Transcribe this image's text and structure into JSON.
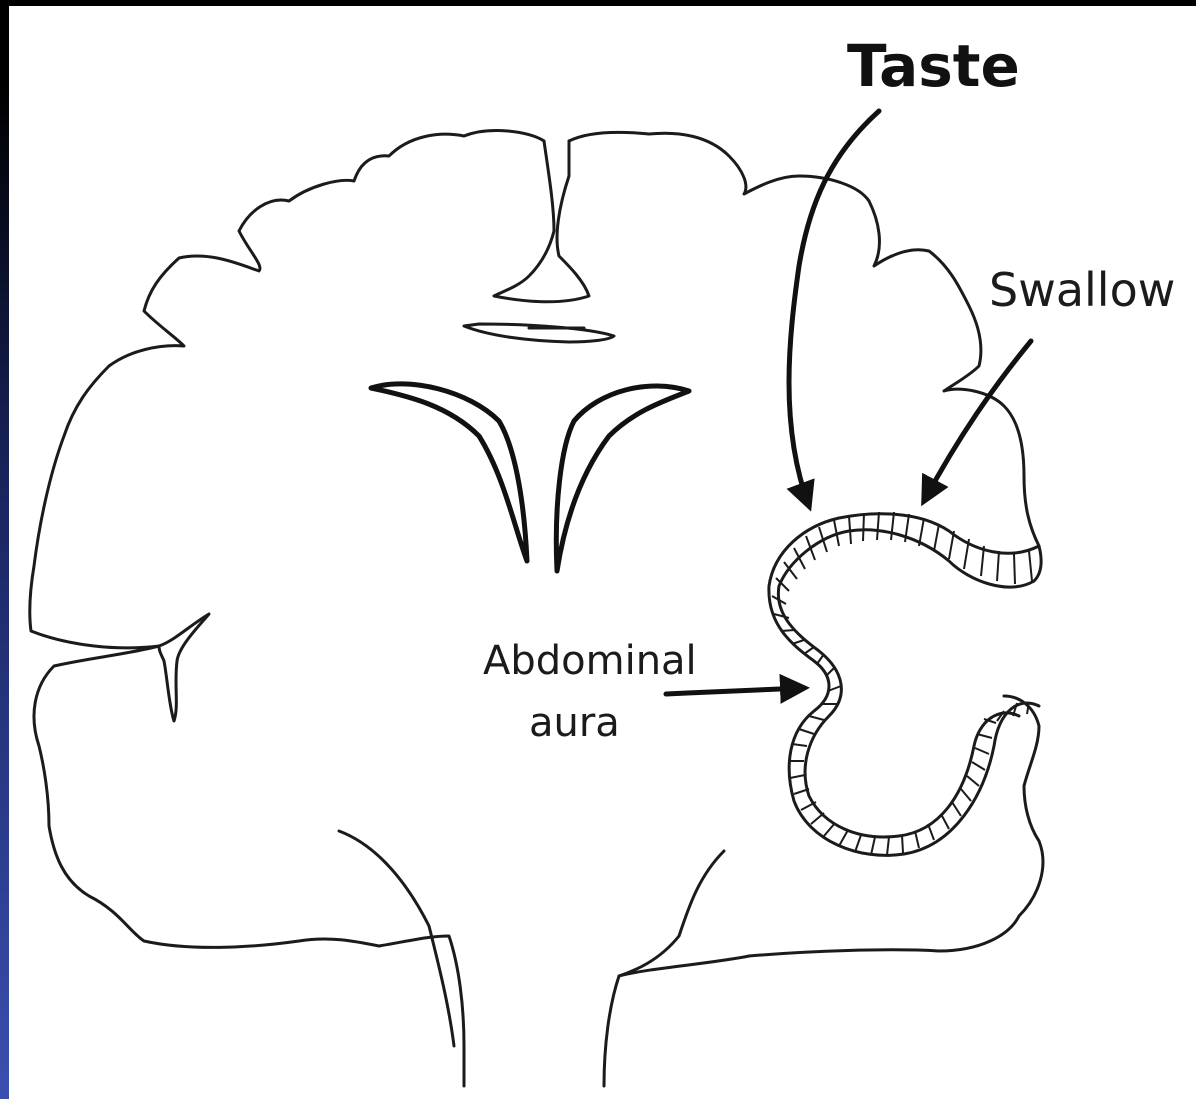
{
  "labels": {
    "taste": "Taste",
    "swallow": "Swallow",
    "abdominal_line1": "Abdominal",
    "abdominal_line2": "aura"
  }
}
